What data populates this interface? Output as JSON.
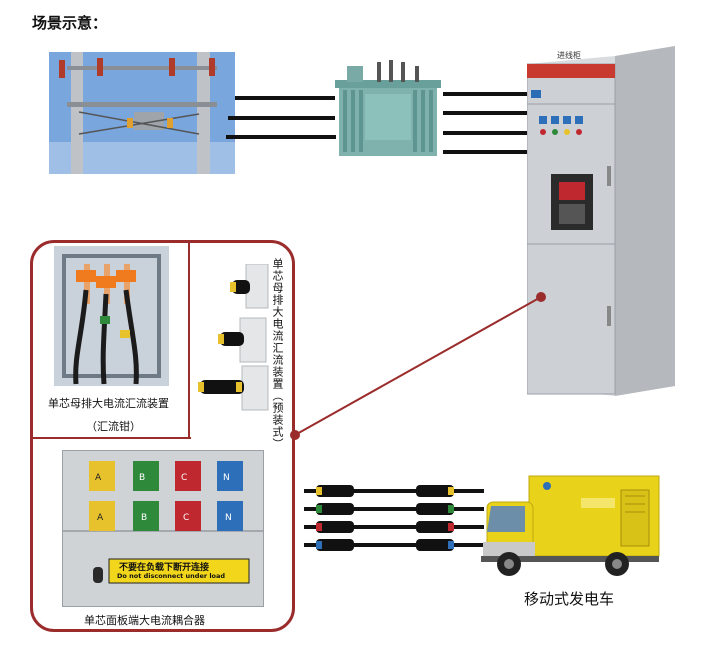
{
  "scene_title": "场景示意：",
  "labels": {
    "clamp_device": "单芯母排大电流汇流装置",
    "clamp_device_sub": "（汇流钳）",
    "preinstalled_device": "单芯母排大电流汇流装置（预装式）",
    "panel_coupler": "单芯面板端大电流耦合器",
    "generator_truck": "移动式发电车"
  },
  "panel": {
    "phases": [
      "A",
      "B",
      "C",
      "N"
    ],
    "warning_cn": "不要在负载下断开连接",
    "warning_en": "Do not disconnect under load"
  },
  "cabinet": {
    "nameplate": "进线柜"
  },
  "colors": {
    "callout_border": "#9b2c2c",
    "phase_A": "#e8c22c",
    "phase_B": "#2e8a3a",
    "phase_C": "#c0282f",
    "phase_N": "#2d6fb8",
    "truck_body": "#e8d21a"
  }
}
